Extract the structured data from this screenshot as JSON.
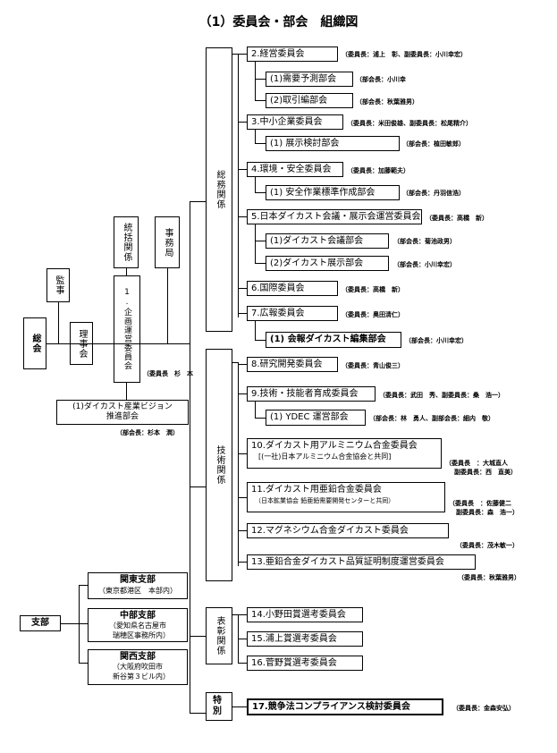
{
  "title": "（1）委員会・部会　組織図",
  "root": {
    "soukai": "総会",
    "riji": "理事会",
    "kanji": "監事",
    "tokatsu": "統括関係",
    "jimukyoku": "事務局",
    "kikaku": "1.企画運営委員会",
    "kikaku_note": "（委員長　杉　本",
    "vision": "(1)ダイカスト産業ビジョン推進部会",
    "vision_line1": "(1)ダイカスト産業ビジョン",
    "vision_line2": "推進部会",
    "vision_note": "（部会長：杉本　潤）"
  },
  "groups": {
    "somu": "総務関係",
    "gijutsu": "技術関係",
    "hyosho": "表彰関係",
    "tokubetsu": "特別"
  },
  "committees": [
    {
      "label": "2.経営委員会",
      "note": "（委員長：浦上　彰、副委員長：小川幸宏）"
    },
    {
      "label": "(1)需要予測部会",
      "note": "（部会長：小川幸"
    },
    {
      "label": "(2)取引編部会",
      "note": "（部会長：秋葉雅男）"
    },
    {
      "label": "3.中小企業委員会",
      "note": "（委員長：米田俊雄、副委員長：松尾精介）"
    },
    {
      "label": "(1) 展示検討部会",
      "note": "（部会長：植田敏郎）"
    },
    {
      "label": "4.環境・安全委員会",
      "note": "（委員長：加藤範夫）"
    },
    {
      "label": "(1) 安全作業標準作成部会",
      "note": "（部会長：丹羽信浩）"
    },
    {
      "label": "5.日本ダイカスト会議・展示会運営委員会",
      "note": "（委員長：高橋　新）"
    },
    {
      "label": "(1)ダイカスト会議部会",
      "note": "（部会長：菊池政男）"
    },
    {
      "label": "(2)ダイカスト展示部会",
      "note": "（部会長：小川幸宏）"
    },
    {
      "label": "6.国際委員会",
      "note": "（委員長：高橋　新）"
    },
    {
      "label": "7.広報委員会",
      "note": "（委員長：奥田清仁）"
    },
    {
      "label": "(1) 会報ダイカスト編集部会",
      "note": "（部会長：小川幸宏）"
    },
    {
      "label": "8.研究開発委員会",
      "note": "（委員長：青山俊三）"
    },
    {
      "label": "9.技術・技能者育成委員会",
      "note": "（委員長：武田　秀、副委員長：桑　浩一）"
    },
    {
      "label": "(1) YDEC 運営部会",
      "note": "（部会長：林　勇人、副部会長：細内　敬）"
    },
    {
      "label": "10.ダイカスト用アルミニウム合金委員会",
      "sub": "[(一社)日本アルミニウム合金協会と共同]",
      "note": "（委員長　：大城直人",
      "note2": "副委員長：西　直美）"
    },
    {
      "label": "11.ダイカスト用亜鉛合金委員会",
      "sub": "（日本鉱業協会 鉛亜鉛需要開発センターと共同）",
      "note": "（委員長　：佐藤健二",
      "note2": "副委員長：森　浩一）"
    },
    {
      "label": "12.マグネシウム合金ダイカスト委員会",
      "note": "（委員長：茂木敏一）"
    },
    {
      "label": "13.亜鉛合金ダイカスト品質証明制度運営委員会",
      "note": "（委員長：秋葉雅男）"
    },
    {
      "label": "14.小野田賞選考委員会",
      "note": ""
    },
    {
      "label": "15.浦上賞選考委員会",
      "note": ""
    },
    {
      "label": "16.菅野賞選考委員会",
      "note": ""
    },
    {
      "label": "17.競争法コンプライアンス検討委員会",
      "note": "（委員長：金森安弘）"
    }
  ],
  "branches": {
    "label": "支部",
    "kanto": {
      "name": "関東支部",
      "addr": "（東京都港区　本部内）"
    },
    "chubu": {
      "name": "中部支部",
      "addr1": "（愛知県名古屋市",
      "addr2": "　瑞穂区事務所内）"
    },
    "kansai": {
      "name": "関西支部",
      "addr1": "（大阪府吹田市",
      "addr2": "　新谷第３ビル内）"
    }
  }
}
